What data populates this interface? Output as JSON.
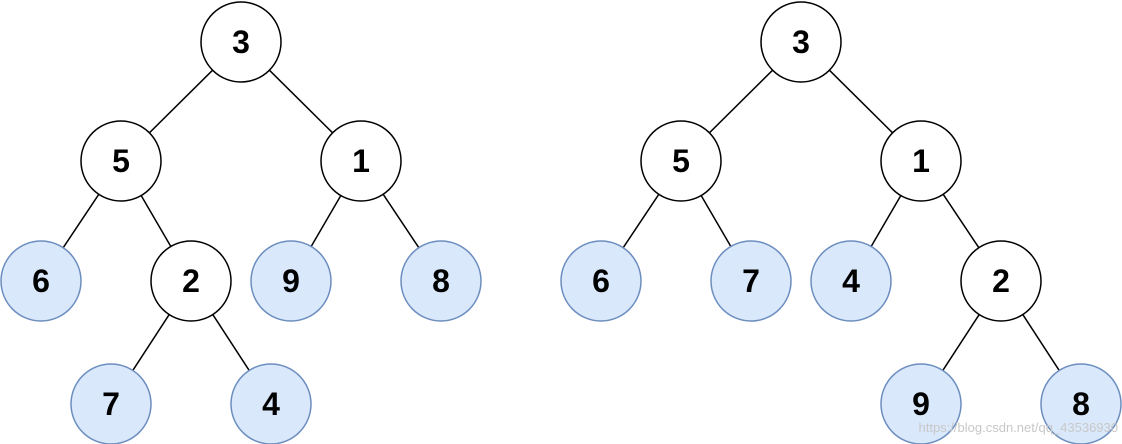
{
  "colors": {
    "background": "#ffffff",
    "internal_fill": "#ffffff",
    "leaf_fill": "#dae8fc",
    "leaf_stroke": "#6c8ebf",
    "internal_stroke": "#000000",
    "edge": "#000000"
  },
  "trees": [
    {
      "name": "left-tree",
      "nodes": [
        {
          "id": "a3",
          "value": "3",
          "leaf": false
        },
        {
          "id": "a5",
          "value": "5",
          "leaf": false
        },
        {
          "id": "a1",
          "value": "1",
          "leaf": false
        },
        {
          "id": "a6",
          "value": "6",
          "leaf": true
        },
        {
          "id": "a2",
          "value": "2",
          "leaf": false
        },
        {
          "id": "a9",
          "value": "9",
          "leaf": true
        },
        {
          "id": "a8",
          "value": "8",
          "leaf": true
        },
        {
          "id": "a7",
          "value": "7",
          "leaf": true
        },
        {
          "id": "a4",
          "value": "4",
          "leaf": true
        }
      ],
      "edges": [
        [
          "a3",
          "a5"
        ],
        [
          "a3",
          "a1"
        ],
        [
          "a5",
          "a6"
        ],
        [
          "a5",
          "a2"
        ],
        [
          "a1",
          "a9"
        ],
        [
          "a1",
          "a8"
        ],
        [
          "a2",
          "a7"
        ],
        [
          "a2",
          "a4"
        ]
      ]
    },
    {
      "name": "right-tree",
      "nodes": [
        {
          "id": "b3",
          "value": "3",
          "leaf": false
        },
        {
          "id": "b5",
          "value": "5",
          "leaf": false
        },
        {
          "id": "b1",
          "value": "1",
          "leaf": false
        },
        {
          "id": "b6",
          "value": "6",
          "leaf": true
        },
        {
          "id": "b7",
          "value": "7",
          "leaf": true
        },
        {
          "id": "b4",
          "value": "4",
          "leaf": true
        },
        {
          "id": "b2",
          "value": "2",
          "leaf": false
        },
        {
          "id": "b9",
          "value": "9",
          "leaf": true
        },
        {
          "id": "b8",
          "value": "8",
          "leaf": true
        }
      ],
      "edges": [
        [
          "b3",
          "b5"
        ],
        [
          "b3",
          "b1"
        ],
        [
          "b5",
          "b6"
        ],
        [
          "b5",
          "b7"
        ],
        [
          "b1",
          "b4"
        ],
        [
          "b1",
          "b2"
        ],
        [
          "b2",
          "b9"
        ],
        [
          "b2",
          "b8"
        ]
      ]
    }
  ],
  "watermark": "https://blog.csdn.net/qq_43536930"
}
